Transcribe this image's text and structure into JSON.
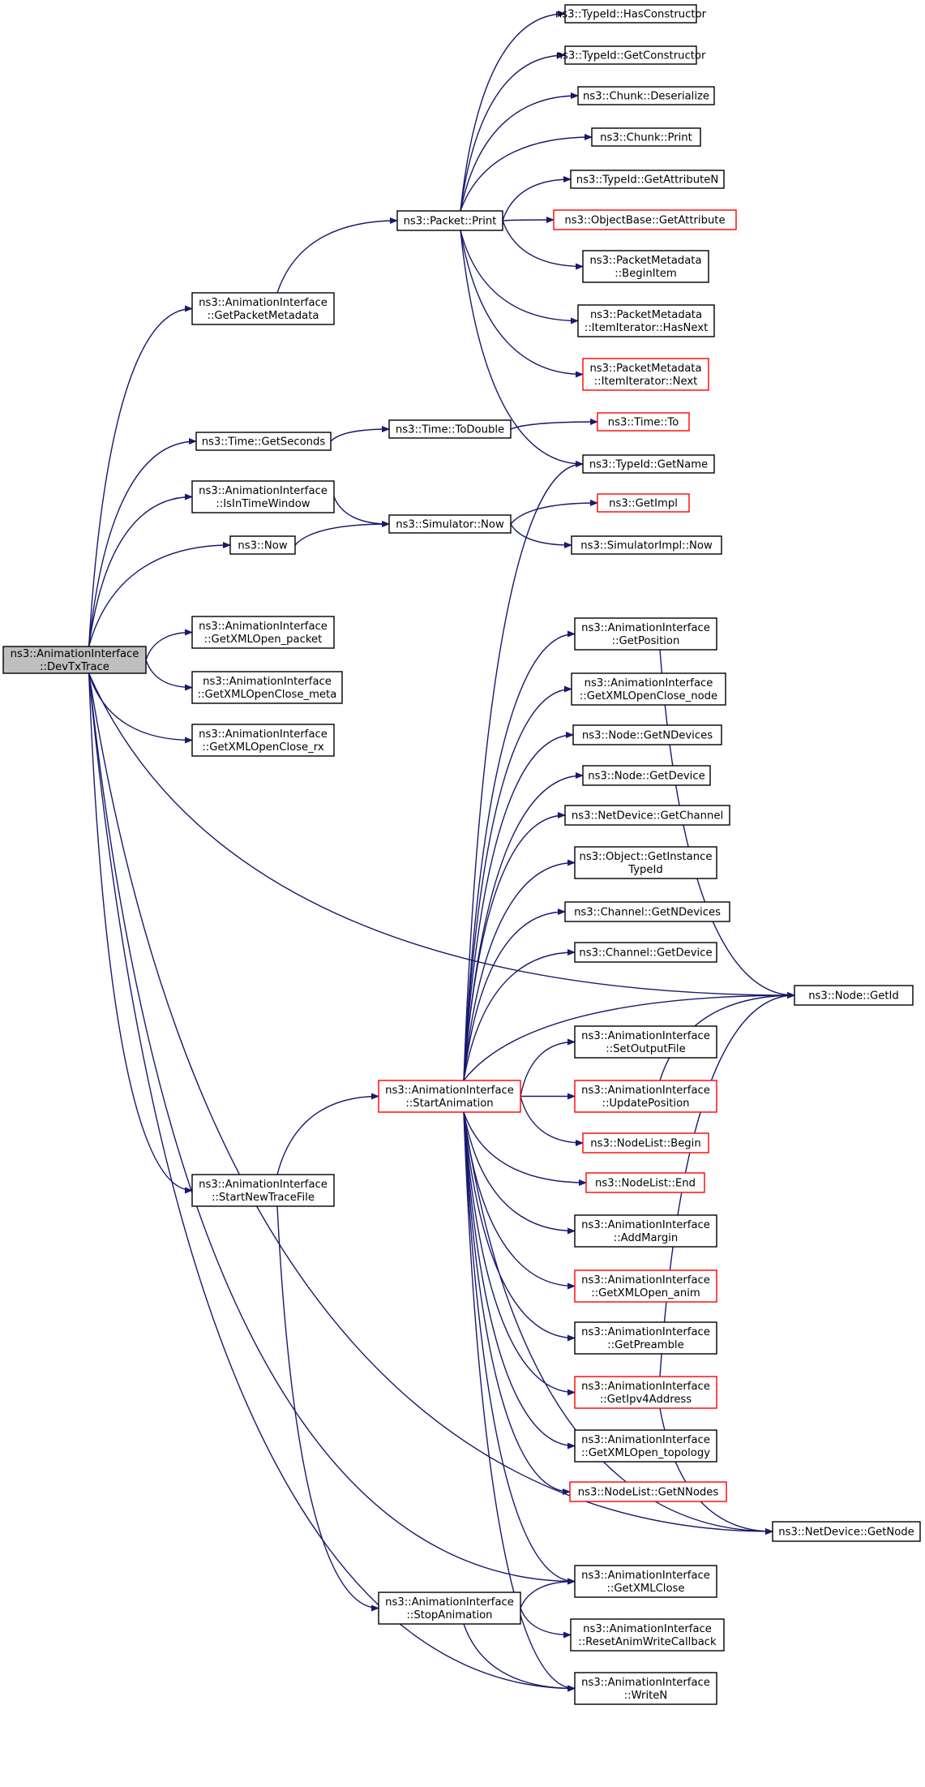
{
  "colors": {
    "edge": "#191970",
    "box_border": "#000000",
    "box_border_alt": "#ff0000",
    "root_fill": "#bfbfbf",
    "node_fill": "#ffffff",
    "text": "#000000"
  },
  "nodes": [
    {
      "id": "root",
      "lines": [
        "ns3::AnimationInterface",
        "::DevTxTrace"
      ],
      "border": "black",
      "root": true
    },
    {
      "id": "getpacketmetadata",
      "lines": [
        "ns3::AnimationInterface",
        "::GetPacketMetadata"
      ],
      "border": "black"
    },
    {
      "id": "time_getseconds",
      "lines": [
        "ns3::Time::GetSeconds"
      ],
      "border": "black"
    },
    {
      "id": "isintimewindow",
      "lines": [
        "ns3::AnimationInterface",
        "::IsInTimeWindow"
      ],
      "border": "black"
    },
    {
      "id": "now",
      "lines": [
        "ns3::Now"
      ],
      "border": "black"
    },
    {
      "id": "getxmlopen_packet",
      "lines": [
        "ns3::AnimationInterface",
        "::GetXMLOpen_packet"
      ],
      "border": "black"
    },
    {
      "id": "getxmlopenclose_meta",
      "lines": [
        "ns3::AnimationInterface",
        "::GetXMLOpenClose_meta"
      ],
      "border": "black"
    },
    {
      "id": "getxmlopenclose_rx",
      "lines": [
        "ns3::AnimationInterface",
        "::GetXMLOpenClose_rx"
      ],
      "border": "black"
    },
    {
      "id": "startnewtracefile",
      "lines": [
        "ns3::AnimationInterface",
        "::StartNewTraceFile"
      ],
      "border": "black"
    },
    {
      "id": "packet_print",
      "lines": [
        "ns3::Packet::Print"
      ],
      "border": "black"
    },
    {
      "id": "time_todouble",
      "lines": [
        "ns3::Time::ToDouble"
      ],
      "border": "black"
    },
    {
      "id": "simulator_now",
      "lines": [
        "ns3::Simulator::Now"
      ],
      "border": "black"
    },
    {
      "id": "startanimation",
      "lines": [
        "ns3::AnimationInterface",
        "::StartAnimation"
      ],
      "border": "red"
    },
    {
      "id": "stopanimation",
      "lines": [
        "ns3::AnimationInterface",
        "::StopAnimation"
      ],
      "border": "black"
    },
    {
      "id": "typeid_hasconstructor",
      "lines": [
        "ns3::TypeId::HasConstructor"
      ],
      "border": "black"
    },
    {
      "id": "typeid_getconstructor",
      "lines": [
        "ns3::TypeId::GetConstructor"
      ],
      "border": "black"
    },
    {
      "id": "chunk_deserialize",
      "lines": [
        "ns3::Chunk::Deserialize"
      ],
      "border": "black"
    },
    {
      "id": "chunk_print",
      "lines": [
        "ns3::Chunk::Print"
      ],
      "border": "black"
    },
    {
      "id": "typeid_getattributen",
      "lines": [
        "ns3::TypeId::GetAttributeN"
      ],
      "border": "black"
    },
    {
      "id": "objectbase_getattribute",
      "lines": [
        "ns3::ObjectBase::GetAttribute"
      ],
      "border": "red"
    },
    {
      "id": "pm_beginitem",
      "lines": [
        "ns3::PacketMetadata",
        "::BeginItem"
      ],
      "border": "black"
    },
    {
      "id": "pm_hasnext",
      "lines": [
        "ns3::PacketMetadata",
        "::ItemIterator::HasNext"
      ],
      "border": "black"
    },
    {
      "id": "pm_next",
      "lines": [
        "ns3::PacketMetadata",
        "::ItemIterator::Next"
      ],
      "border": "red"
    },
    {
      "id": "time_to",
      "lines": [
        "ns3::Time::To"
      ],
      "border": "red"
    },
    {
      "id": "typeid_getname",
      "lines": [
        "ns3::TypeId::GetName"
      ],
      "border": "black"
    },
    {
      "id": "getimpl",
      "lines": [
        "ns3::GetImpl"
      ],
      "border": "red"
    },
    {
      "id": "simulatorimpl_now",
      "lines": [
        "ns3::SimulatorImpl::Now"
      ],
      "border": "black"
    },
    {
      "id": "getposition",
      "lines": [
        "ns3::AnimationInterface",
        "::GetPosition"
      ],
      "border": "black"
    },
    {
      "id": "getxmlopenclose_node",
      "lines": [
        "ns3::AnimationInterface",
        "::GetXMLOpenClose_node"
      ],
      "border": "black"
    },
    {
      "id": "node_getndevices",
      "lines": [
        "ns3::Node::GetNDevices"
      ],
      "border": "black"
    },
    {
      "id": "node_getdevice",
      "lines": [
        "ns3::Node::GetDevice"
      ],
      "border": "black"
    },
    {
      "id": "netdevice_getchannel",
      "lines": [
        "ns3::NetDevice::GetChannel"
      ],
      "border": "black"
    },
    {
      "id": "object_getinstancetypeid",
      "lines": [
        "ns3::Object::GetInstance",
        "TypeId"
      ],
      "border": "black"
    },
    {
      "id": "channel_getndevices",
      "lines": [
        "ns3::Channel::GetNDevices"
      ],
      "border": "black"
    },
    {
      "id": "channel_getdevice",
      "lines": [
        "ns3::Channel::GetDevice"
      ],
      "border": "black"
    },
    {
      "id": "setoutputfile",
      "lines": [
        "ns3::AnimationInterface",
        "::SetOutputFile"
      ],
      "border": "black"
    },
    {
      "id": "updateposition",
      "lines": [
        "ns3::AnimationInterface",
        "::UpdatePosition"
      ],
      "border": "red"
    },
    {
      "id": "nodelist_begin",
      "lines": [
        "ns3::NodeList::Begin"
      ],
      "border": "red"
    },
    {
      "id": "nodelist_end",
      "lines": [
        "ns3::NodeList::End"
      ],
      "border": "red"
    },
    {
      "id": "addmargin",
      "lines": [
        "ns3::AnimationInterface",
        "::AddMargin"
      ],
      "border": "black"
    },
    {
      "id": "getxmlopen_anim",
      "lines": [
        "ns3::AnimationInterface",
        "::GetXMLOpen_anim"
      ],
      "border": "red"
    },
    {
      "id": "getpreamble",
      "lines": [
        "ns3::AnimationInterface",
        "::GetPreamble"
      ],
      "border": "black"
    },
    {
      "id": "getipv4address",
      "lines": [
        "ns3::AnimationInterface",
        "::GetIpv4Address"
      ],
      "border": "red"
    },
    {
      "id": "getxmlopen_topology",
      "lines": [
        "ns3::AnimationInterface",
        "::GetXMLOpen_topology"
      ],
      "border": "black"
    },
    {
      "id": "nodelist_getnnodes",
      "lines": [
        "ns3::NodeList::GetNNodes"
      ],
      "border": "red"
    },
    {
      "id": "getxmlclose",
      "lines": [
        "ns3::AnimationInterface",
        "::GetXMLClose"
      ],
      "border": "black"
    },
    {
      "id": "resetanimwritecallback",
      "lines": [
        "ns3::AnimationInterface",
        "::ResetAnimWriteCallback"
      ],
      "border": "black"
    },
    {
      "id": "writen",
      "lines": [
        "ns3::AnimationInterface",
        "::WriteN"
      ],
      "border": "black"
    },
    {
      "id": "node_getid",
      "lines": [
        "ns3::Node::GetId"
      ],
      "border": "black"
    },
    {
      "id": "netdevice_getnode",
      "lines": [
        "ns3::NetDevice::GetNode"
      ],
      "border": "black"
    }
  ],
  "edges": [
    [
      "root",
      "getpacketmetadata"
    ],
    [
      "root",
      "time_getseconds"
    ],
    [
      "root",
      "isintimewindow"
    ],
    [
      "root",
      "now"
    ],
    [
      "root",
      "node_getid"
    ],
    [
      "root",
      "getxmlopen_packet"
    ],
    [
      "root",
      "getxmlopenclose_meta"
    ],
    [
      "root",
      "getxmlopenclose_rx"
    ],
    [
      "root",
      "startnewtracefile"
    ],
    [
      "root",
      "getxmlclose"
    ],
    [
      "root",
      "writen"
    ],
    [
      "root",
      "netdevice_getnode"
    ],
    [
      "getpacketmetadata",
      "packet_print"
    ],
    [
      "packet_print",
      "typeid_hasconstructor"
    ],
    [
      "packet_print",
      "typeid_getconstructor"
    ],
    [
      "packet_print",
      "chunk_deserialize"
    ],
    [
      "packet_print",
      "chunk_print"
    ],
    [
      "packet_print",
      "typeid_getattributen"
    ],
    [
      "packet_print",
      "objectbase_getattribute"
    ],
    [
      "packet_print",
      "pm_beginitem"
    ],
    [
      "packet_print",
      "pm_hasnext"
    ],
    [
      "packet_print",
      "pm_next"
    ],
    [
      "packet_print",
      "typeid_getname"
    ],
    [
      "time_getseconds",
      "time_todouble"
    ],
    [
      "time_todouble",
      "time_to"
    ],
    [
      "isintimewindow",
      "simulator_now"
    ],
    [
      "now",
      "simulator_now"
    ],
    [
      "simulator_now",
      "getimpl"
    ],
    [
      "simulator_now",
      "simulatorimpl_now"
    ],
    [
      "startnewtracefile",
      "startanimation"
    ],
    [
      "startnewtracefile",
      "stopanimation"
    ],
    [
      "startanimation",
      "typeid_getname"
    ],
    [
      "startanimation",
      "getposition"
    ],
    [
      "startanimation",
      "getxmlopenclose_node"
    ],
    [
      "startanimation",
      "node_getndevices"
    ],
    [
      "startanimation",
      "node_getdevice"
    ],
    [
      "startanimation",
      "netdevice_getchannel"
    ],
    [
      "startanimation",
      "object_getinstancetypeid"
    ],
    [
      "startanimation",
      "channel_getndevices"
    ],
    [
      "startanimation",
      "channel_getdevice"
    ],
    [
      "startanimation",
      "node_getid"
    ],
    [
      "startanimation",
      "setoutputfile"
    ],
    [
      "startanimation",
      "updateposition"
    ],
    [
      "startanimation",
      "nodelist_begin"
    ],
    [
      "startanimation",
      "nodelist_end"
    ],
    [
      "startanimation",
      "addmargin"
    ],
    [
      "startanimation",
      "getxmlopen_anim"
    ],
    [
      "startanimation",
      "getpreamble"
    ],
    [
      "startanimation",
      "getipv4address"
    ],
    [
      "startanimation",
      "getxmlopen_topology"
    ],
    [
      "startanimation",
      "nodelist_getnnodes"
    ],
    [
      "startanimation",
      "netdevice_getnode"
    ],
    [
      "startanimation",
      "getxmlclose"
    ],
    [
      "startanimation",
      "writen"
    ],
    [
      "getposition",
      "node_getid"
    ],
    [
      "updateposition",
      "node_getid"
    ],
    [
      "getipv4address",
      "node_getid"
    ],
    [
      "getipv4address",
      "netdevice_getnode"
    ],
    [
      "stopanimation",
      "getxmlclose"
    ],
    [
      "stopanimation",
      "resetanimwritecallback"
    ],
    [
      "stopanimation",
      "writen"
    ]
  ]
}
